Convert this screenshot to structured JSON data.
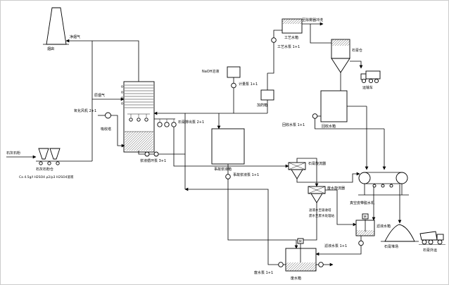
{
  "colors": {
    "line": "#000000",
    "bg": "#ffffff"
  },
  "labels": {
    "stack": "烟囱",
    "clean_gas": "净烟气",
    "raw_gas": "原烟气",
    "absorber": "吸收塔",
    "circ_pumps": "浆液循环泵 3+1",
    "gypsum_pumps": "石膏排出泵 2+1",
    "oxid_fan": "氧化风机 2+1",
    "limestone_in": "石灰石粉",
    "limestone_silo": "石灰石粉仓",
    "note": "Ca 4.5g/l H2SO4  ρ2/ρ3 H2SO4溶液",
    "naoh": "NaOH溶液",
    "naoh_pump": "计量泵 1+1",
    "dosing_tank": "加药箱",
    "process_tank": "工艺水箱",
    "process_pump": "工艺水泵 1+1",
    "to_flush": "至除雾器冲洗",
    "gypsum_silo": "石膏仓",
    "transport_truck": "运输车",
    "recovery_tank": "回收水箱",
    "recovery_pump": "回收水泵 1+1",
    "emergency_tank": "事故浆液箱",
    "emergency_pump": "事故浆液泵 1+1",
    "hc1": "石膏旋流器",
    "hc2": "废水旋流器",
    "belt_filter": "真空皮带脱水机",
    "gypsum_pile": "石膏堆场",
    "dump_truck": "石膏外运",
    "filtrate_tank": "滤液水箱",
    "filtrate_pump": "滤液水泵 1+1",
    "waste_tank": "废水箱",
    "waste_pump": "废水泵 1+1",
    "note2a": "滤液水至吸收塔",
    "note2b": "废水至废水处理站",
    "motor": "M"
  }
}
